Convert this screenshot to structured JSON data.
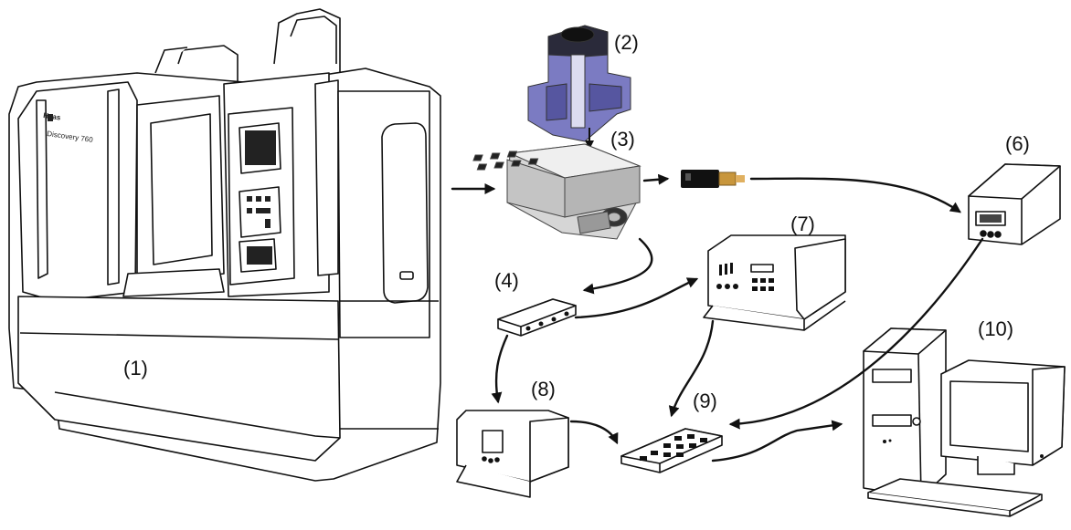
{
  "labels": {
    "n1": "(1)",
    "n2": "(2)",
    "n3": "(3)",
    "n4": "(4)",
    "n6": "(6)",
    "n7": "(7)",
    "n8": "(8)",
    "n9": "(9)",
    "n10": "(10)"
  },
  "machine_branding": {
    "brand": "Haas",
    "model": "Discovery 760"
  },
  "colors": {
    "line": "#111111",
    "tool_holder": "#6f6fb8",
    "dynamometer": "#c9c9c9",
    "connector": "#c8963c",
    "background": "#ffffff"
  },
  "components": [
    {
      "id": "1",
      "icon": "cnc-machining-center-icon"
    },
    {
      "id": "2",
      "icon": "tool-holder-icon"
    },
    {
      "id": "3",
      "icon": "dynamometer-icon"
    },
    {
      "id": "4",
      "icon": "junction-box-icon"
    },
    {
      "id": "6",
      "icon": "power-supply-icon"
    },
    {
      "id": "7",
      "icon": "charge-amplifier-icon"
    },
    {
      "id": "8",
      "icon": "control-unit-icon"
    },
    {
      "id": "9",
      "icon": "data-acquisition-icon"
    },
    {
      "id": "10",
      "icon": "computer-icon"
    }
  ]
}
